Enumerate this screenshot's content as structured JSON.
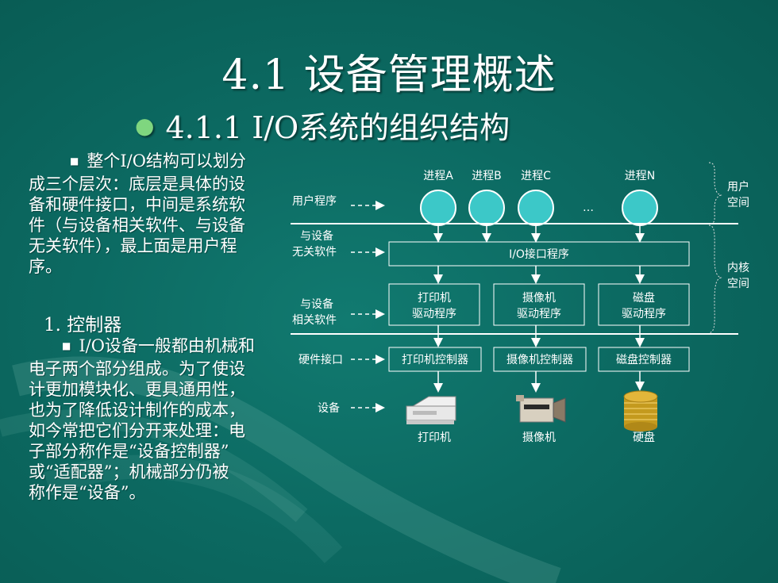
{
  "title": "4.1  设备管理概述",
  "subtitle": "4.1.1 I/O系统的组织结构",
  "left_text": {
    "para1_lines": [
      "整个I/O结构可以划分",
      "成三个层次：底层是具体的设",
      "备和硬件接口，中间是系统软",
      "件（与设备相关软件、与设备",
      "无关软件），最上面是用户程",
      "序。"
    ],
    "heading": "1.  控制器",
    "para2_lines": [
      "I/O设备一般都由机械和",
      "电子两个部分组成。为了使设",
      "计更加模块化、更具通用性，",
      "也为了降低设计制作的成本，",
      "如今常把它们分开来处理：电",
      "子部分称作是“设备控制器”",
      "或“适配器”；机械部分仍被",
      "称作是“设备”。"
    ]
  },
  "diagram": {
    "processes": [
      "进程A",
      "进程B",
      "进程C",
      "进程N"
    ],
    "ellipsis": "…",
    "layer_labels": {
      "user_program": "用户程序",
      "device_independent": [
        "与设备",
        "无关软件"
      ],
      "device_dependent": [
        "与设备",
        "相关软件"
      ],
      "hardware_interface": "硬件接口",
      "device": "设备"
    },
    "io_interface": "I/O接口程序",
    "drivers": [
      [
        "打印机",
        "驱动程序"
      ],
      [
        "摄像机",
        "驱动程序"
      ],
      [
        "磁盘",
        "驱动程序"
      ]
    ],
    "controllers": [
      "打印机控制器",
      "摄像机控制器",
      "磁盘控制器"
    ],
    "devices": [
      "打印机",
      "摄像机",
      "硬盘"
    ],
    "user_space": [
      "用户",
      "空间"
    ],
    "kernel_space": [
      "内核",
      "空间"
    ]
  }
}
